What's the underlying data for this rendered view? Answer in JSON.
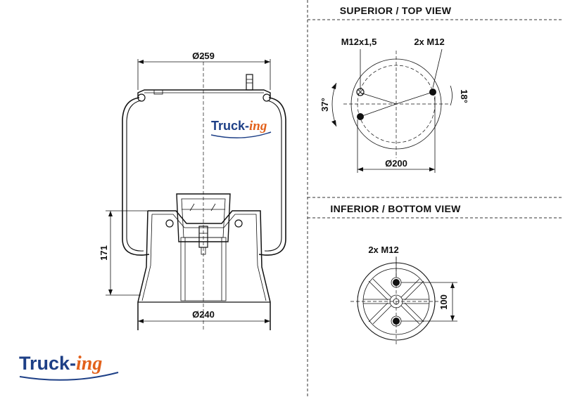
{
  "headers": {
    "top_view": "SUPERIOR / TOP VIEW",
    "bottom_view": "INFERIOR / BOTTOM VIEW"
  },
  "side_view": {
    "top_diameter": "Ø259",
    "bottom_diameter": "Ø240",
    "height": "171"
  },
  "top_view": {
    "thread_label": "M12x1,5",
    "bolts_label": "2x M12",
    "angle_left": "37°",
    "angle_right": "18°",
    "bolt_circle": "Ø200"
  },
  "bottom_view": {
    "bolts_label": "2x M12",
    "bolt_spacing": "100"
  },
  "logo": {
    "part1": "Truck-",
    "part2": "ing",
    "colors": {
      "primary": "#1d3f86",
      "accent": "#e2611b"
    }
  }
}
